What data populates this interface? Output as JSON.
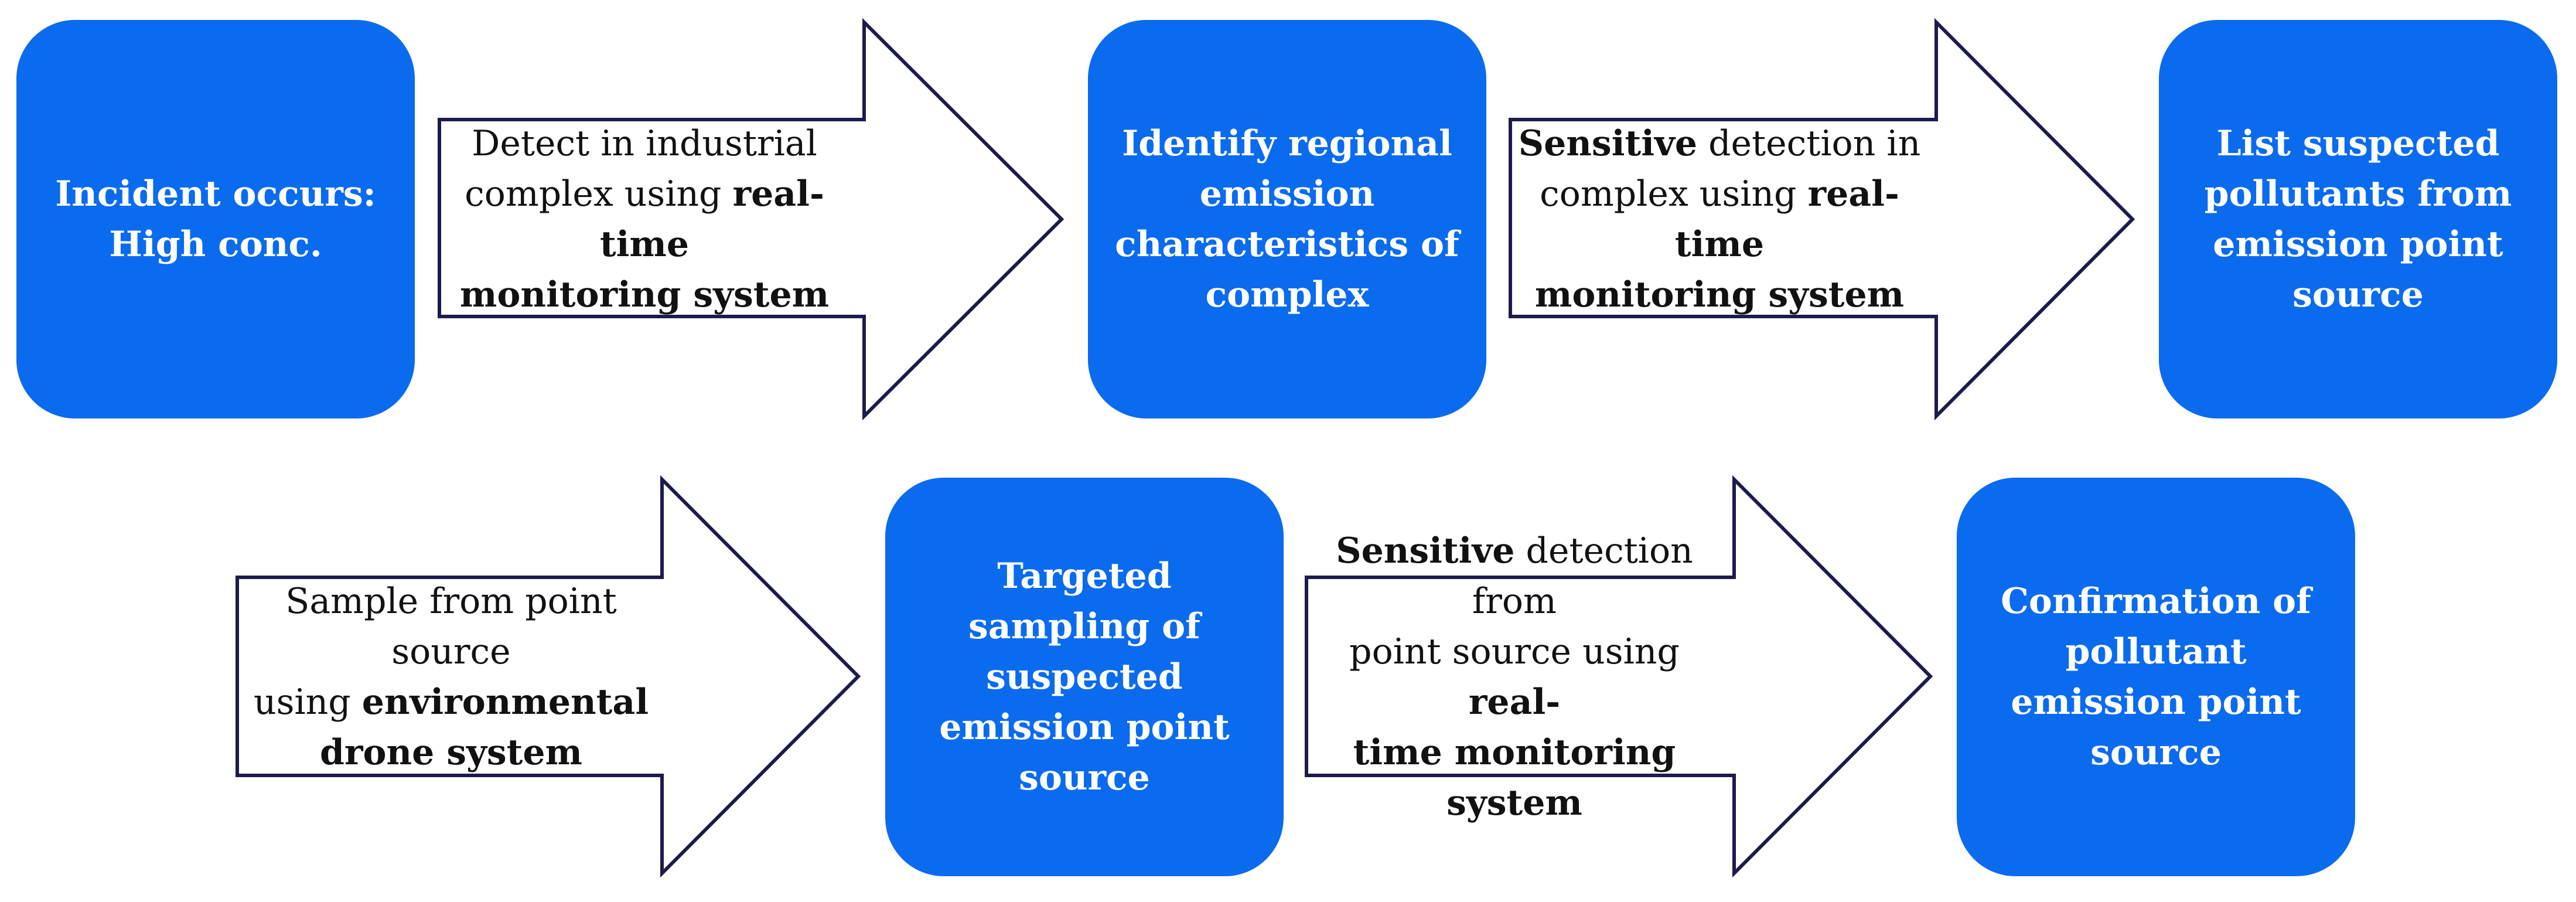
{
  "colors": {
    "box_fill": "#0a6bef",
    "box_text": "#ffffff",
    "arrow_fill": "#ffffff",
    "arrow_stroke": "#1c1b4d",
    "arrow_text": "#111111"
  },
  "boxes": [
    {
      "lines": [
        "Incident occurs:",
        "High conc."
      ]
    },
    {
      "lines": [
        "Identify regional",
        "emission",
        "characteristics of",
        "complex"
      ]
    },
    {
      "lines": [
        "List suspected",
        "pollutants from",
        "emission point",
        "source"
      ]
    },
    {
      "lines": [
        "Targeted",
        "sampling of",
        "suspected",
        "emission point",
        "source"
      ]
    },
    {
      "lines": [
        "Confirmation of",
        "pollutant",
        "emission point",
        "source"
      ]
    }
  ],
  "arrows": [
    {
      "line1": "Detect in industrial",
      "line2_plain": "complex using ",
      "line2_bold": "real-time",
      "line3_bold": "monitoring system"
    },
    {
      "line1_bold": "Sensitive",
      "line1_plain": " detection in",
      "line2_plain": "complex using ",
      "line2_bold": "real-time",
      "line3_bold": "monitoring system"
    },
    {
      "line1": "Sample from point source",
      "line2_plain": "using ",
      "line2_bold": "environmental",
      "line3_bold": "drone system"
    },
    {
      "line1_bold": "Sensitive",
      "line1_plain": " detection from",
      "line2_plain": "point source using ",
      "line2_bold": "real-",
      "line3_bold": "time monitoring system"
    }
  ]
}
